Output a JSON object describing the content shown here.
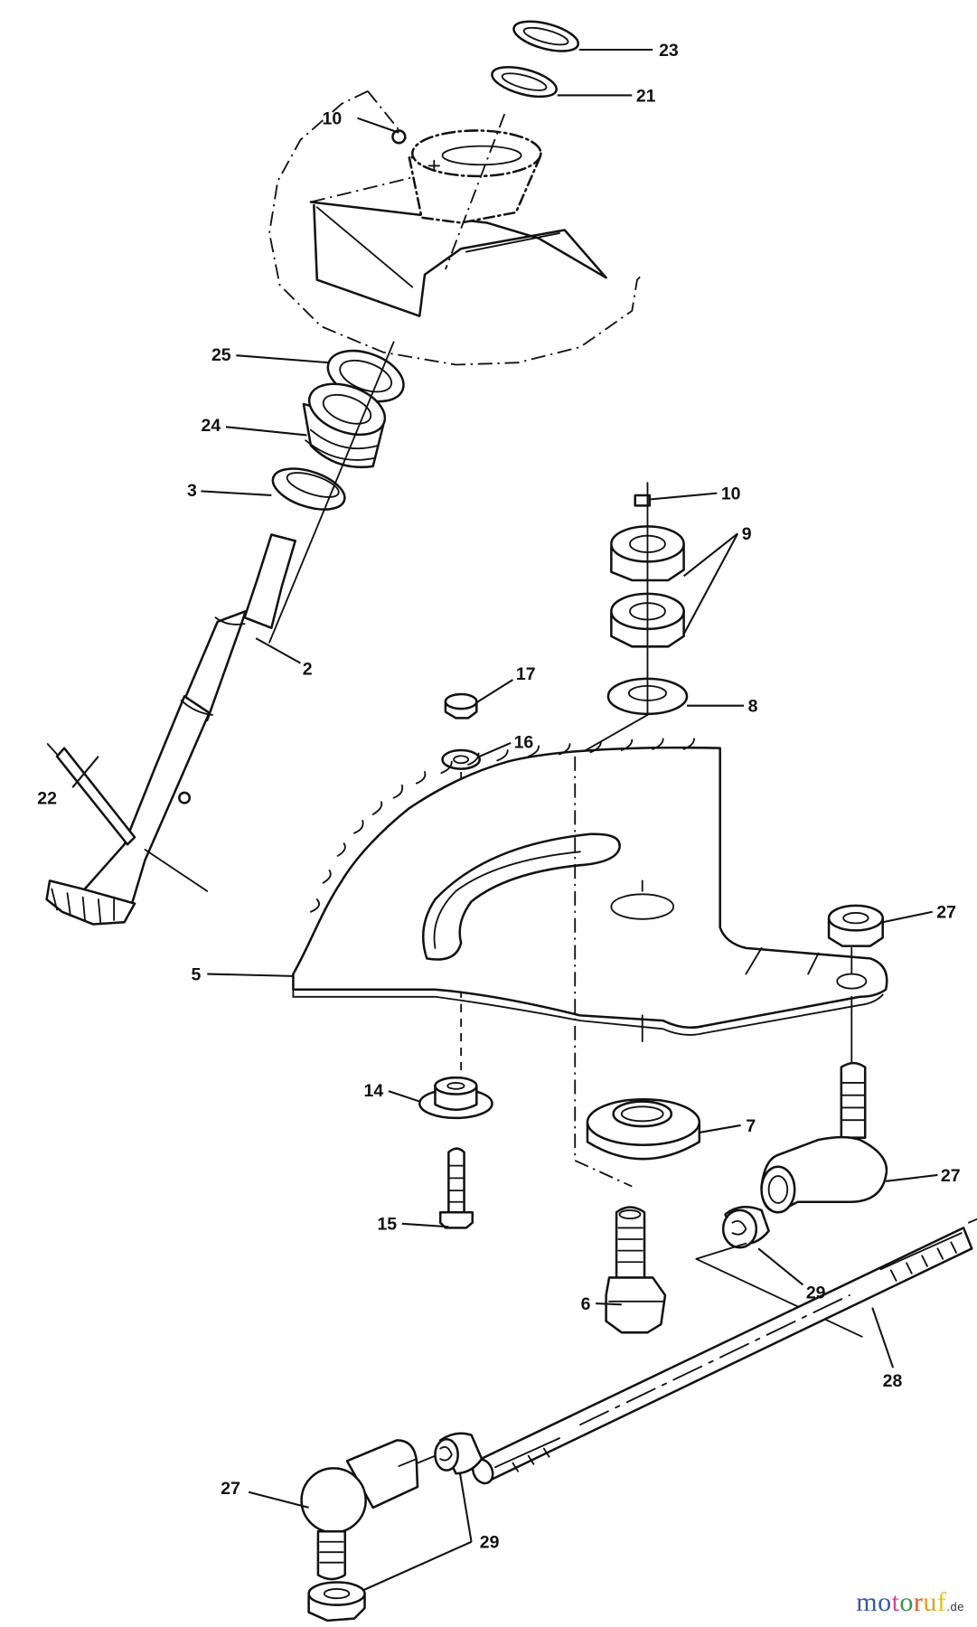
{
  "diagram": {
    "type": "exploded parts diagram",
    "callouts": [
      {
        "id": "c23",
        "number": "23"
      },
      {
        "id": "c21",
        "number": "21"
      },
      {
        "id": "c10a",
        "number": "10"
      },
      {
        "id": "c25",
        "number": "25"
      },
      {
        "id": "c24",
        "number": "24"
      },
      {
        "id": "c10b",
        "number": "10"
      },
      {
        "id": "c3",
        "number": "3"
      },
      {
        "id": "c9",
        "number": "9"
      },
      {
        "id": "c8",
        "number": "8"
      },
      {
        "id": "c17",
        "number": "17"
      },
      {
        "id": "c16",
        "number": "16"
      },
      {
        "id": "c2",
        "number": "2"
      },
      {
        "id": "c22",
        "number": "22"
      },
      {
        "id": "c27a",
        "number": "27"
      },
      {
        "id": "c5",
        "number": "5"
      },
      {
        "id": "c14",
        "number": "14"
      },
      {
        "id": "c7",
        "number": "7"
      },
      {
        "id": "c27b",
        "number": "27"
      },
      {
        "id": "c15",
        "number": "15"
      },
      {
        "id": "c29a",
        "number": "29"
      },
      {
        "id": "c6",
        "number": "6"
      },
      {
        "id": "c28",
        "number": "28"
      },
      {
        "id": "c27c",
        "number": "27"
      },
      {
        "id": "c29b",
        "number": "29"
      }
    ]
  },
  "watermark": {
    "letters": [
      "m",
      "o",
      "t",
      "o",
      "r",
      "u",
      "f"
    ],
    "letter_colors": [
      "#3b57a6",
      "#3b57a6",
      "#e0428f",
      "#2e9a46",
      "#e05a2a",
      "#e8a21a",
      "#e8c21a"
    ],
    "suffix": ".de"
  }
}
